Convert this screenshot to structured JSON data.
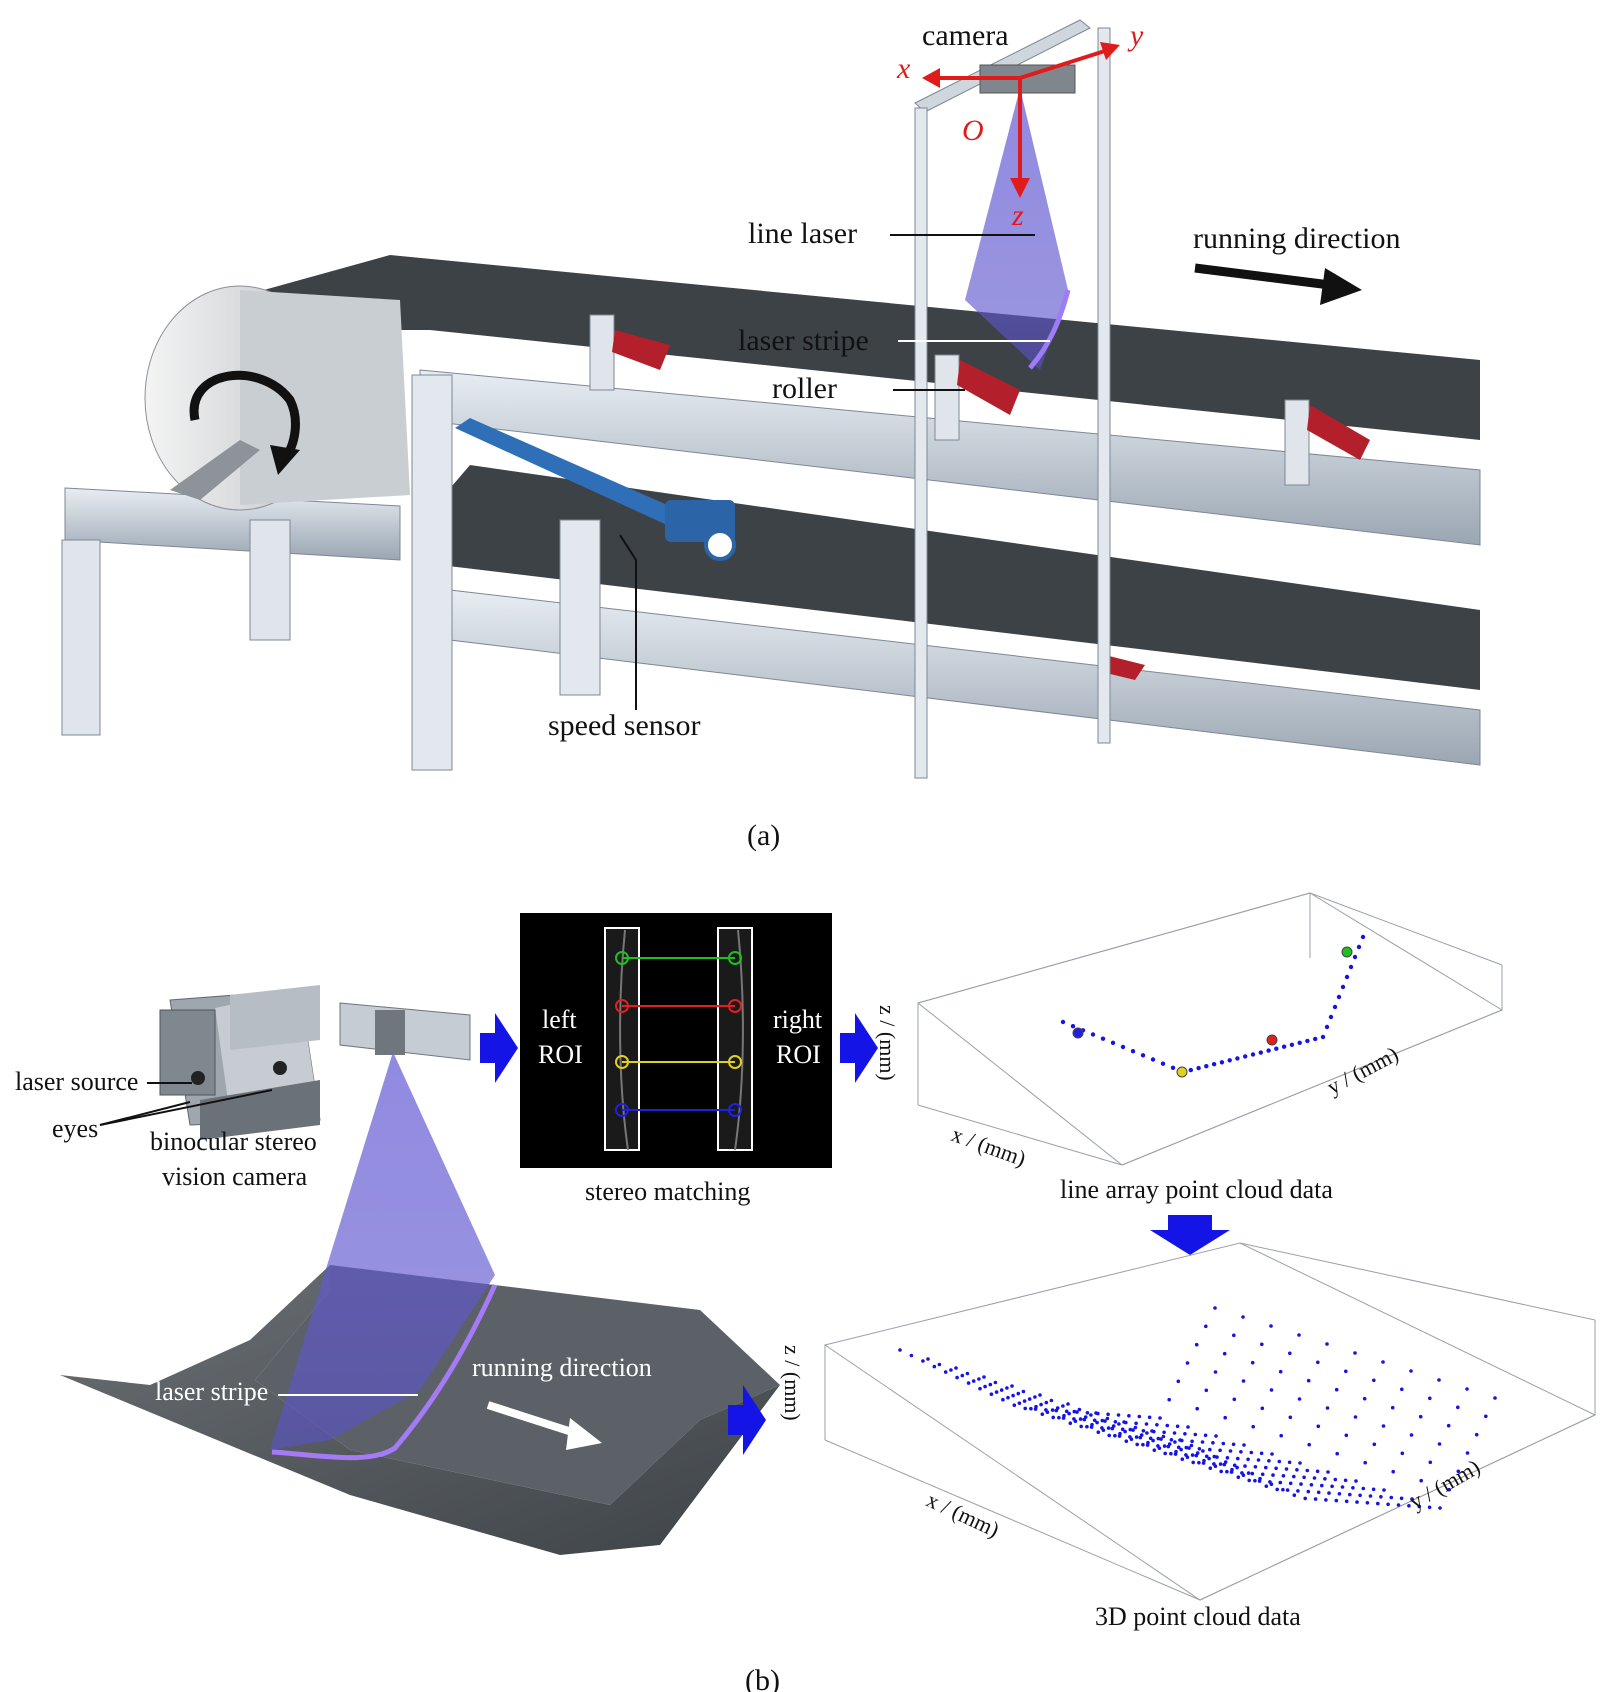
{
  "panel_a": {
    "caption": "(a)",
    "labels": {
      "camera": "camera",
      "line_laser": "line laser",
      "laser_stripe": "laser stripe",
      "roller": "roller",
      "running_direction": "running direction",
      "speed_sensor": "speed sensor"
    },
    "axes": {
      "x": "x",
      "y": "y",
      "z": "z",
      "origin": "O"
    }
  },
  "panel_b": {
    "caption": "(b)",
    "labels": {
      "laser_source": "laser source",
      "eyes": "eyes",
      "camera_line1": "binocular stereo",
      "camera_line2": "vision camera",
      "left_roi_1": "left",
      "left_roi_2": "ROI",
      "right_roi_1": "right",
      "right_roi_2": "ROI",
      "stereo_matching": "stereo matching",
      "line_cloud": "line array point cloud data",
      "cloud_3d": "3D point cloud data",
      "laser_stripe": "laser stripe",
      "running_direction": "running direction"
    },
    "plot_axes": {
      "x": "x / (mm)",
      "y": "y / (mm)",
      "z": "z / (mm)"
    },
    "match_colors": [
      "#1fbf1f",
      "#e02020",
      "#e0d020",
      "#2020e0"
    ],
    "accent": "#1414e6",
    "laser_color": "#7b6fd6"
  }
}
